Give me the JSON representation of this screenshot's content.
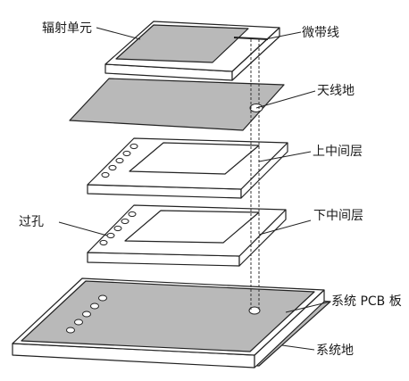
{
  "diagram": {
    "labels": {
      "radiating_element": "辐射单元",
      "microstrip_line": "微带线",
      "antenna_ground": "天线地",
      "upper_middle_layer": "上中间层",
      "via_hole": "过孔",
      "lower_middle_layer": "下中间层",
      "system_pcb_board": "系统 PCB 板",
      "system_ground": "系统地"
    }
  }
}
